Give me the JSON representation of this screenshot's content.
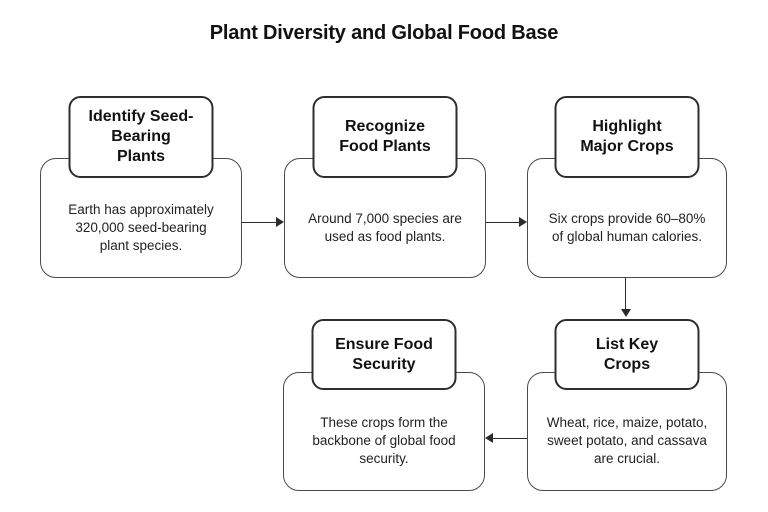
{
  "title": "Plant Diversity and Global Food Base",
  "nodes": [
    {
      "id": "identify-seed-bearing-plants",
      "title": "Identify Seed-\nBearing\nPlants",
      "body": "Earth has approximately\n320,000 seed-bearing\nplant species."
    },
    {
      "id": "recognize-food-plants",
      "title": "Recognize\nFood Plants",
      "body": "Around 7,000 species are\nused as food plants."
    },
    {
      "id": "highlight-major-crops",
      "title": "Highlight\nMajor Crops",
      "body": "Six crops provide 60–80%\nof global human calories."
    },
    {
      "id": "list-key-crops",
      "title": "List Key\nCrops",
      "body": "Wheat, rice, maize, potato,\nsweet potato, and cassava\nare crucial."
    },
    {
      "id": "ensure-food-security",
      "title": "Ensure Food\nSecurity",
      "body": "These crops form the\nbackbone of global food\nsecurity."
    }
  ],
  "edges": [
    {
      "from": "identify-seed-bearing-plants",
      "to": "recognize-food-plants",
      "direction": "right"
    },
    {
      "from": "recognize-food-plants",
      "to": "highlight-major-crops",
      "direction": "right"
    },
    {
      "from": "highlight-major-crops",
      "to": "list-key-crops",
      "direction": "down"
    },
    {
      "from": "list-key-crops",
      "to": "ensure-food-security",
      "direction": "left"
    }
  ],
  "colors": {
    "background": "#ffffff",
    "node_fill": "#ffffff",
    "header_border": "#2e2e2e",
    "body_border": "#4a4a4a",
    "arrow": "#2b2b2b",
    "title_text": "#111111",
    "body_text": "#222222"
  }
}
